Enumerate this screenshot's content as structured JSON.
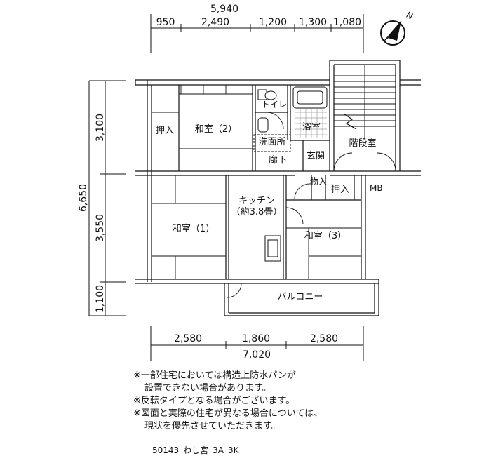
{
  "dimensions": {
    "top_total": "5,940",
    "top_segments": [
      "950",
      "2,490",
      "1,200",
      "1,300",
      "1,080"
    ],
    "left_total": "6,650",
    "left_segments": [
      "3,100",
      "3,550",
      "1,100"
    ],
    "bottom_segments": [
      "2,580",
      "1,860",
      "2,580"
    ],
    "bottom_total": "7,020"
  },
  "rooms": {
    "oshiire_1": "押入",
    "washitsu_2": "和室（2）",
    "toilet": "トイレ",
    "senmenjo": "洗面所",
    "yokushitsu": "浴室",
    "kaidanshitsu": "階段室",
    "genkan": "玄関",
    "rouka": "廊下",
    "mono": "物入",
    "oshiire_2": "押入",
    "mb": "MB",
    "washitsu_1": "和室（1）",
    "kitchen": "キッチン",
    "kitchen_size": "（約3.8畳）",
    "washitsu_3": "和室（3）",
    "balcony": "バルコニー"
  },
  "compass": {
    "label": "N"
  },
  "notes": [
    "※一部住宅においては構造上防水パンが",
    "設置できない場合があります。",
    "※反転タイプとなる場合がございます。",
    "※図面と実際の住宅が異なる場合については、",
    "現状を優先させていただきます。"
  ],
  "code": "50143_わし宮_3A_3K"
}
